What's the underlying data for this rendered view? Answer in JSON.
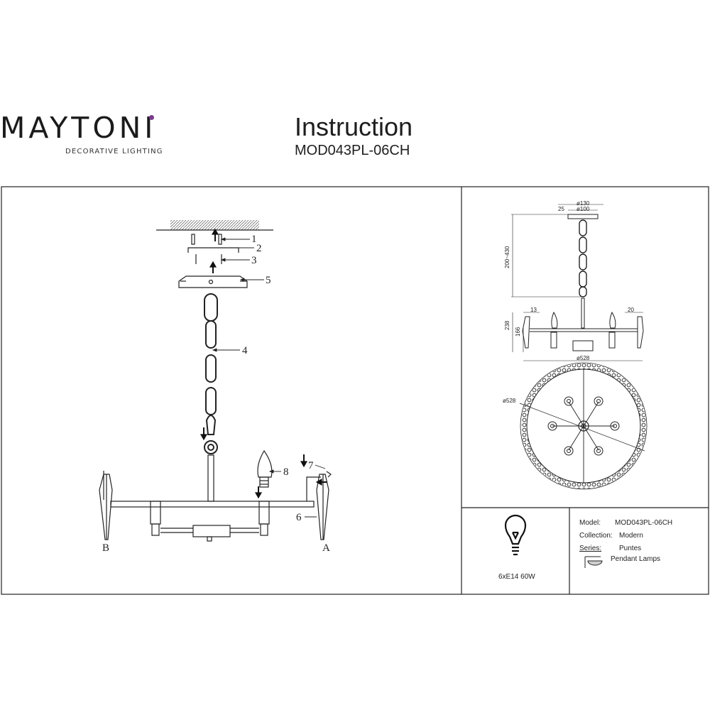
{
  "brand": {
    "name": "MAYTONI",
    "tagline": "DECORATIVE LIGHTING"
  },
  "document": {
    "title": "Instruction",
    "model_code": "MOD043PL-06CH"
  },
  "assembly": {
    "part_numbers": [
      "1",
      "2",
      "3",
      "4",
      "5",
      "6",
      "7",
      "8"
    ],
    "side_labels": {
      "left": "B",
      "right": "A"
    }
  },
  "dimensions": {
    "canopy_outer": "ø130",
    "canopy_inner": "ø100",
    "canopy_height": "25",
    "suspension_range": "200~430",
    "arm_offset": "13",
    "crystal_offset": "20",
    "body_height": "238",
    "arm_height": "166",
    "diameter": "ø528",
    "top_view_diameter": "ø528"
  },
  "specs": {
    "bulb": "6xE14 60W",
    "model_label": "Model:",
    "model_value": "MOD043PL-06CH",
    "collection_label": "Collection:",
    "collection_value": "Modern",
    "series_label": "Series:",
    "series_value": "Puntes",
    "type_value": "Pendant Lamps"
  }
}
